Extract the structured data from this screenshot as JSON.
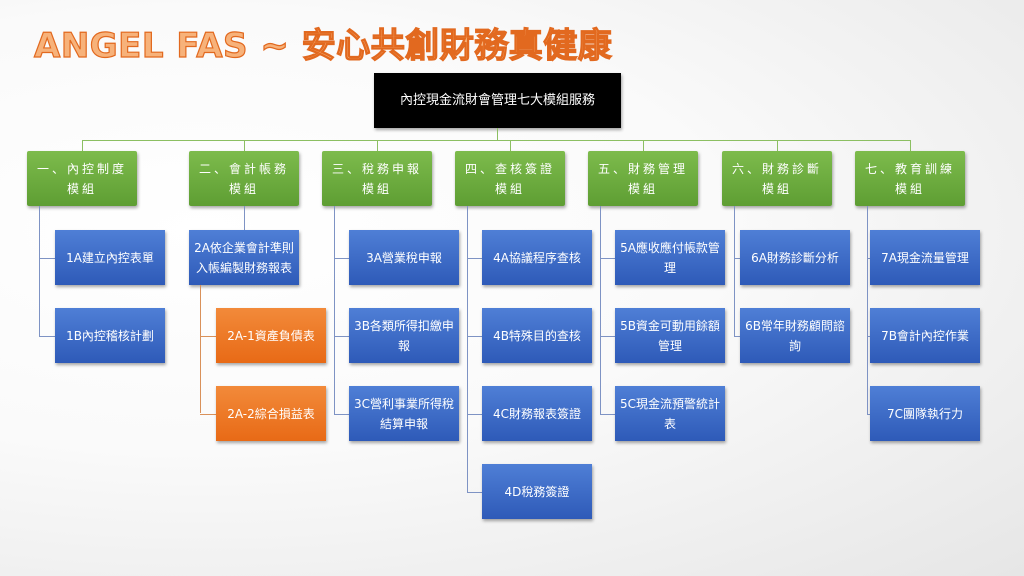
{
  "title": "ANGEL FAS ~ 安心共創財務真健康",
  "root": "內控現金流財會管理七大模組服務",
  "colors": {
    "module": "#6aab3e",
    "item": "#3a68c6",
    "sub_item": "#ec7a26",
    "root": "#000000"
  },
  "modules": [
    {
      "label": "一、內控制度模組",
      "items": [
        "1A建立內控表單",
        "1B內控稽核計劃"
      ]
    },
    {
      "label": "二、會計帳務模組",
      "items": [
        "2A依企業會計準則入帳編製財務報表"
      ],
      "sub_items": [
        "2A-1資產負債表",
        "2A-2綜合損益表"
      ]
    },
    {
      "label": "三、稅務申報模組",
      "items": [
        "3A營業稅申報",
        "3B各類所得扣繳申報",
        "3C營利事業所得稅結算申報"
      ]
    },
    {
      "label": "四、查核簽證模組",
      "items": [
        "4A協議程序查核",
        "4B特殊目的查核",
        "4C財務報表簽證",
        "4D稅務簽證"
      ]
    },
    {
      "label": "五、財務管理模組",
      "items": [
        "5A應收應付帳款管理",
        "5B資金可動用餘額管理",
        "5C現金流預警統計表"
      ]
    },
    {
      "label": "六、財務診斷模組",
      "items": [
        "6A財務診斷分析",
        "6B常年財務顧問諮詢"
      ]
    },
    {
      "label": "七、教育訓練模組",
      "items": [
        "7A現金流量管理",
        "7B會計內控作業",
        "7C團隊執行力"
      ]
    }
  ]
}
